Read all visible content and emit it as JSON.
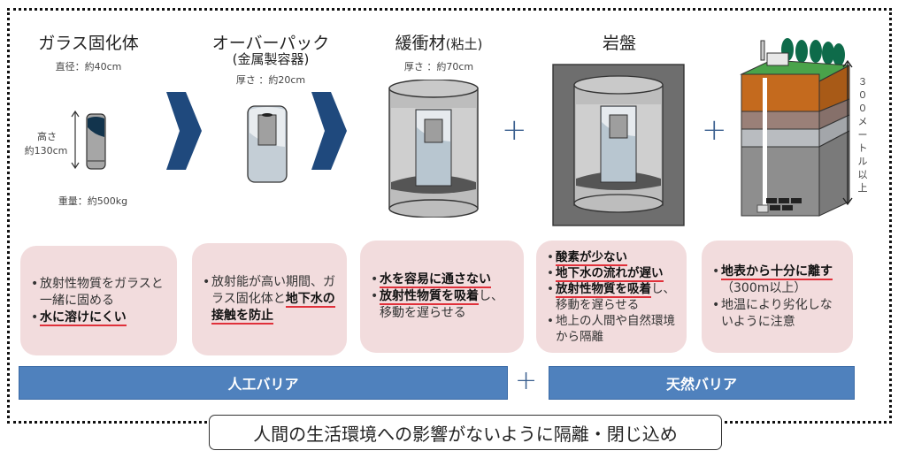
{
  "stages": [
    {
      "title": "ガラス固化体",
      "spec_top": "直径：約40cm",
      "height_label_1": "高さ",
      "height_label_2": "約130cm",
      "spec_bottom": "重量：約500kg"
    },
    {
      "title": "オーバーパック",
      "subtitle": "(金属製容器)",
      "spec_top": "厚さ ：約20cm"
    },
    {
      "title": "緩衝材",
      "title_suffix": "(粘土)",
      "spec_top": "厚さ ：約70cm"
    },
    {
      "title": "岩盤"
    },
    {
      "depth_label": "３００メートル以上"
    }
  ],
  "connectors": {
    "arrow_icon": "right-arrow-icon",
    "plus": "+"
  },
  "cards": [
    {
      "items": [
        {
          "parts": [
            {
              "text": "放射性物質をガラスと一緒に固める",
              "hl": false
            }
          ]
        },
        {
          "parts": [
            {
              "text": "水に溶けにくい",
              "hl": true
            }
          ]
        }
      ]
    },
    {
      "items": [
        {
          "parts": [
            {
              "text": "放射能が高い期間、ガラス固化体と",
              "hl": false
            },
            {
              "text": "地下水の接触を防止",
              "hl": true
            }
          ]
        }
      ]
    },
    {
      "items": [
        {
          "parts": [
            {
              "text": "水を容易に通さない",
              "hl": true
            }
          ]
        },
        {
          "parts": [
            {
              "text": "放射性物質を吸着",
              "hl": true
            },
            {
              "text": "し、移動を遅らせる",
              "hl": false
            }
          ]
        }
      ]
    },
    {
      "items": [
        {
          "parts": [
            {
              "text": "酸素が少ない",
              "hl": true
            }
          ]
        },
        {
          "parts": [
            {
              "text": "地下水の流れが遅い",
              "hl": true
            }
          ]
        },
        {
          "parts": [
            {
              "text": "放射性物質を吸着",
              "hl": true
            },
            {
              "text": "し、移動を遅らせる",
              "hl": false
            }
          ]
        },
        {
          "parts": [
            {
              "text": "地上の人間や自然環境から隔離",
              "hl": false
            }
          ]
        }
      ]
    },
    {
      "items": [
        {
          "parts": [
            {
              "text": "地表から十分に離す",
              "hl": true
            },
            {
              "text": "（300m以上）",
              "hl": false
            }
          ]
        },
        {
          "parts": [
            {
              "text": "地温により劣化しないように注意",
              "hl": false
            }
          ]
        }
      ]
    }
  ],
  "bars": {
    "artificial": "人工バリア",
    "natural": "天然バリア",
    "plus": "+"
  },
  "banner": "人間の生活環境への影響がないように隔離・閉じ込め",
  "colors": {
    "bar": "#4f81bd",
    "card": "#f2dcdd",
    "arrow": "#1f497d",
    "highlight_underline": "#e0303a",
    "plus": "#3a5f8f"
  }
}
